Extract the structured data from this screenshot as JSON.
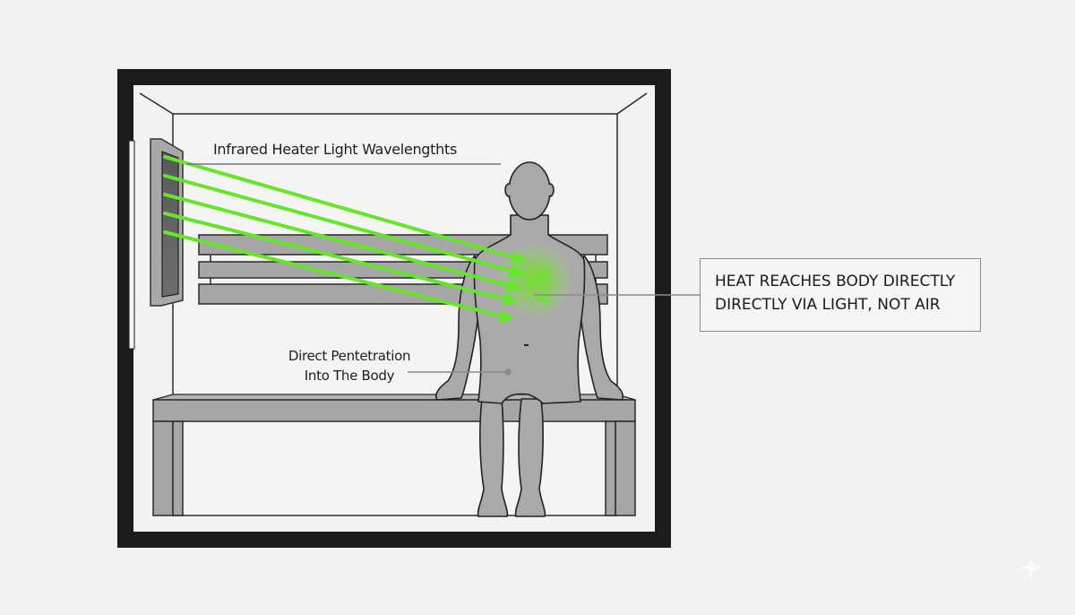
{
  "diagram": {
    "title": "Infrared Heater Light Wavelengthts",
    "penetration_label": {
      "line1": "Direct Pentetration",
      "line2": "Into The Body"
    },
    "callout": {
      "line1": "HEAT REACHES BODY DIRECTLY",
      "line2": "DIRECTLY VIA LIGHT, NOT AIR"
    },
    "elements": {
      "room": "sauna-room-frame",
      "heater": "infrared-heater-panel",
      "person": "seated-person-silhouette",
      "bench": "sauna-bench",
      "backrest": "bench-backrest-slats",
      "rays_count": 5,
      "absorption_point": "chest-glow"
    },
    "colors": {
      "background": "#f2f2f1",
      "frame": "#1c1c1c",
      "wall_line": "#2a2a2a",
      "silhouette": "#a9a9a9",
      "bench": "#a6a6a6",
      "ray": "#66e62a",
      "glow": "#7be03a",
      "callout_border": "#8a8a8a"
    }
  }
}
